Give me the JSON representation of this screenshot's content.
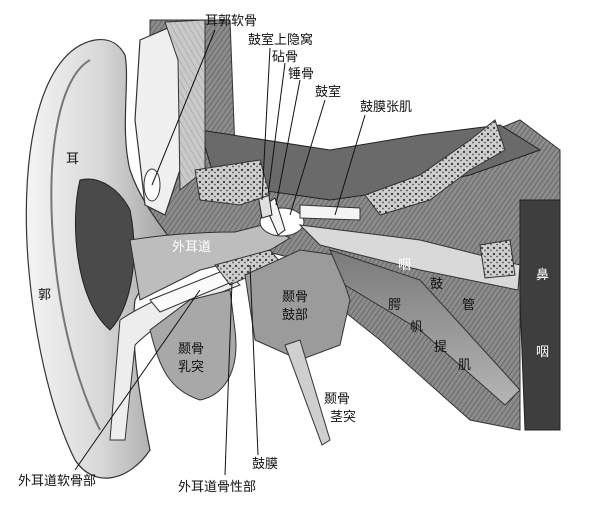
{
  "labels": {
    "auricular_cartilage": "耳郭软骨",
    "epitympanic_recess": "鼓室上隐窝",
    "incus": "砧骨",
    "malleus": "锤骨",
    "tympanic_cavity": "鼓室",
    "tensor_tympani": "鼓膜张肌",
    "auricle_1": "耳",
    "auricle_2": "郭",
    "external_canal": "外耳道",
    "pharyngo": "咽",
    "tympanic_1": "鼓",
    "tube": "管",
    "nose": "鼻",
    "pharynx": "咽",
    "levator_1": "腭",
    "levator_2": "帆",
    "levator_3": "提",
    "levator_4": "肌",
    "temporal_tympanic_1": "颞骨",
    "temporal_tympanic_2": "鼓部",
    "mastoid_1": "颞骨",
    "mastoid_2": "乳突",
    "styloid_1": "颞骨",
    "styloid_2": "茎突",
    "cartilaginous_canal": "外耳道软骨部",
    "osseous_canal": "外耳道骨性部",
    "tympanic_membrane": "鼓膜"
  },
  "colors": {
    "ink": "#111111",
    "bone_light": "#e8e8e8",
    "tissue": "#9a9a9a",
    "dark": "#3a3a3a"
  }
}
